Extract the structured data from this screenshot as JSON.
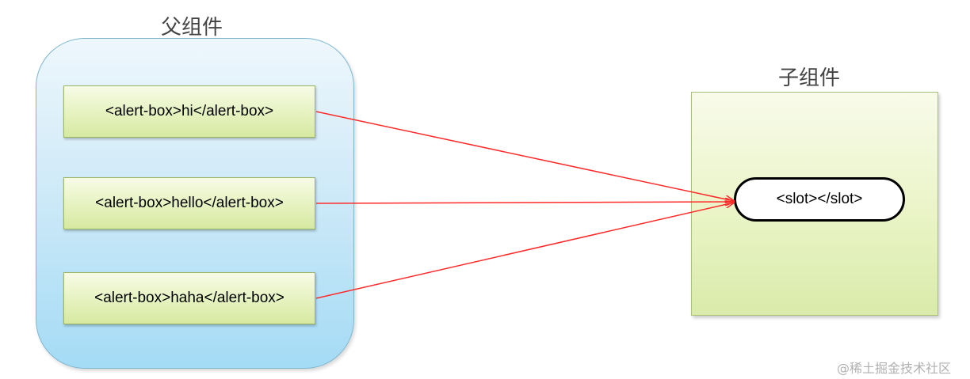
{
  "parent": {
    "title": "父组件",
    "items": [
      {
        "label": "<alert-box>hi</alert-box>"
      },
      {
        "label": "<alert-box>hello</alert-box>"
      },
      {
        "label": "<alert-box>haha</alert-box>"
      }
    ]
  },
  "child": {
    "title": "子组件",
    "slot_label": "<slot></slot>"
  },
  "watermark": "@稀土掘金技术社区",
  "colors": {
    "arrow": "#ff2a2a",
    "parent_fill": "#a4dbf5",
    "child_fill": "#eaf4c6"
  }
}
